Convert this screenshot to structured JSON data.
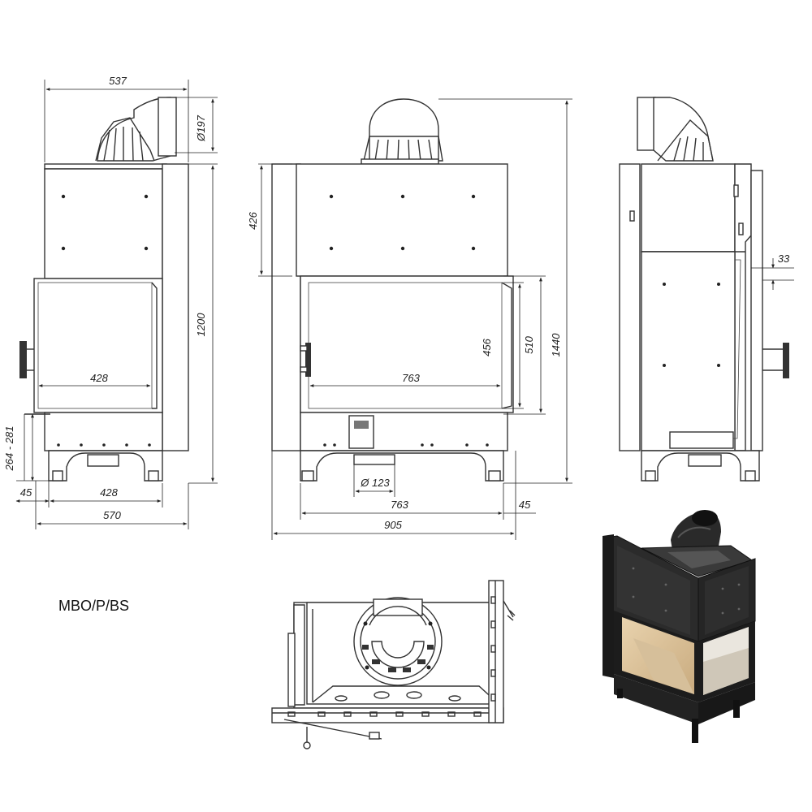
{
  "model": "MBO/P/BS",
  "dimensions": {
    "left_top_width": "537",
    "flue_diameter": "Ø197",
    "left_height": "1200",
    "left_glass_width": "428",
    "left_leg_range": "264 - 281",
    "left_offset": "45",
    "left_base_inner": "428",
    "left_total": "570",
    "front_upper_height": "426",
    "front_glass_height": "456",
    "front_opening_height": "510",
    "front_total_height": "1440",
    "front_glass_width": "763",
    "air_inlet": "Ø 123",
    "front_base_width": "763",
    "front_offset": "45",
    "front_total_width": "905",
    "side_offset": "33"
  }
}
